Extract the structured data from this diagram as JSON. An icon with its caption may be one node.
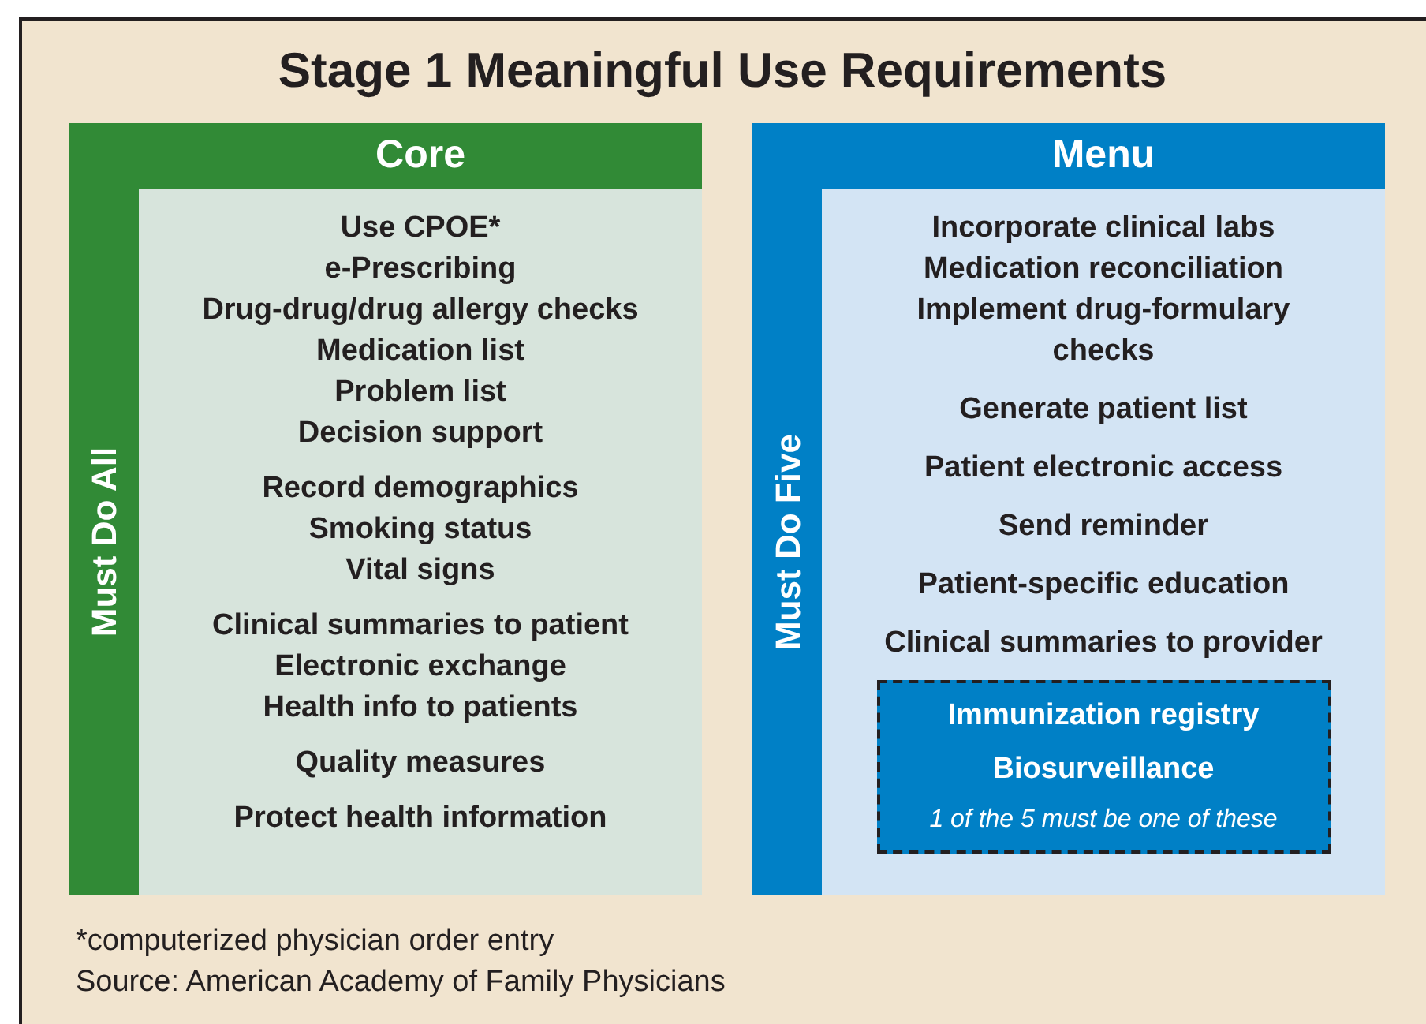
{
  "diagram": {
    "title": "Stage 1 Meaningful Use Requirements",
    "nodes": [
      {
        "text": [
          "Core",
          "Must Do All"
        ]
      },
      {
        "text": [
          "Use CPOE*",
          "e-Prescribing",
          "Drug-drug/drug allergy checks",
          "Medication list",
          "Problem list",
          "Decision support",
          "Record demographics",
          "Smoking status",
          "Vital signs",
          "Clinical summaries to patient",
          "Electronic exchange",
          "Health info to patients",
          "Quality measures",
          "Protect health information"
        ],
        "in": 0
      },
      {
        "text": [
          "Menu",
          "Must Do Five"
        ]
      },
      {
        "text": [
          "Incorporate clinical labs",
          "Medication reconciliation",
          "Implement drug-formulary checks",
          "Generate patient list",
          "Patient electronic access",
          "Send reminder",
          "Patient-specific education",
          "Clinical summaries to provider"
        ],
        "in": 2
      },
      {
        "text": [
          "Immunization registry",
          "Biosurveillance",
          "1 of the 5 must be one of these"
        ],
        "in": 3
      }
    ],
    "labels": [
      "*computerized physician order entry",
      "Source: American Academy of Family Physicians"
    ]
  }
}
